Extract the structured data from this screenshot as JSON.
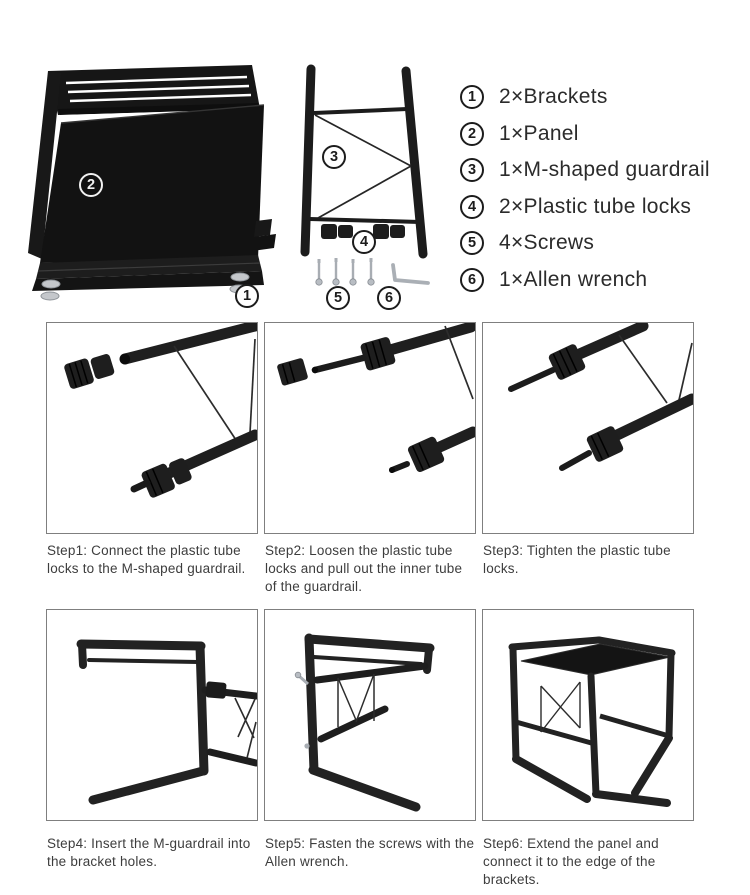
{
  "document": {
    "type": "assembly-instructions",
    "background": "#ffffff"
  },
  "colors": {
    "tube_black": "#1e1e1e",
    "panel_black": "#131313",
    "wire_dark": "#2c2c2c",
    "metal_silver": "#a9aeb4",
    "box_border": "#7f7f7f",
    "text": "#2b2b2b"
  },
  "figure_labels": {
    "brackets": "1",
    "panel": "2",
    "guardrail": "3",
    "tube_locks": "4",
    "screws": "5",
    "allen_wrench": "6"
  },
  "parts_list": {
    "items": [
      {
        "num": "1",
        "label": "2×Brackets"
      },
      {
        "num": "2",
        "label": "1×Panel"
      },
      {
        "num": "3",
        "label": "1×M-shaped guardrail"
      },
      {
        "num": "4",
        "label": "2×Plastic tube locks"
      },
      {
        "num": "5",
        "label": "4×Screws"
      },
      {
        "num": "6",
        "label": "1×Allen wrench"
      }
    ]
  },
  "steps": [
    {
      "caption": "Step1: Connect the plastic tube locks to the M-shaped guardrail."
    },
    {
      "caption": "Step2: Loosen the plastic tube locks and pull out the inner tube of the guardrail."
    },
    {
      "caption": "Step3: Tighten the plastic tube locks."
    },
    {
      "caption": "Step4: Insert the M-guardrail into the bracket holes."
    },
    {
      "caption": "Step5: Fasten the screws with the Allen wrench."
    },
    {
      "caption": "Step6: Extend the panel and connect it to the edge of the brackets."
    }
  ]
}
